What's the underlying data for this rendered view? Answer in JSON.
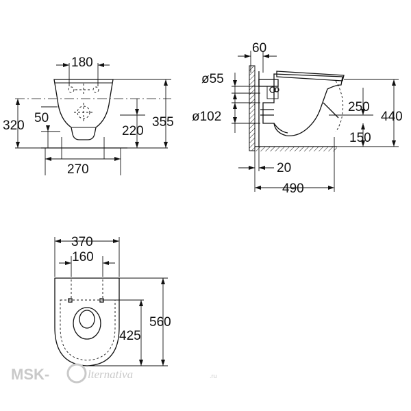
{
  "front_view": {
    "dims": {
      "width_mount": "180",
      "height_320": "320",
      "depth_50": "50",
      "height_220": "220",
      "height_355": "355",
      "width_270": "270"
    }
  },
  "side_view": {
    "dims": {
      "offset_60": "60",
      "dia_55": "ø55",
      "dia_102": "ø102",
      "height_250": "250",
      "height_440": "440",
      "height_150": "150",
      "gap_20": "20",
      "length_490": "490"
    }
  },
  "top_view": {
    "dims": {
      "width_370": "370",
      "width_160": "160",
      "length_425": "425",
      "length_560": "560"
    }
  },
  "watermark": {
    "brand": "MSK-",
    "script": "lternativa",
    "domain": ".ru"
  }
}
